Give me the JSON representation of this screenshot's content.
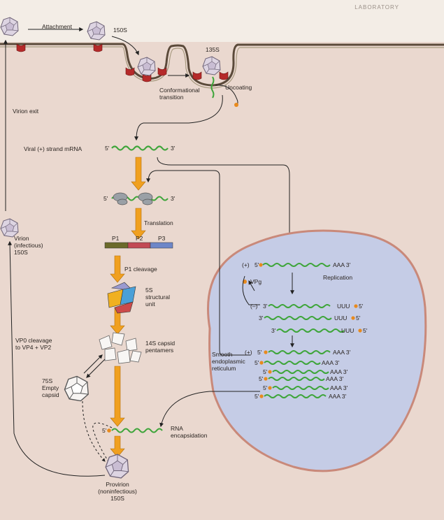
{
  "header": {
    "edge_text": "LABORATORY"
  },
  "labels": {
    "attachment": "Attachment",
    "s150_top": "150S",
    "s135": "135S",
    "conformational": "Conformational\ntransition",
    "uncoating": "Uncoating",
    "virion_exit": "Virion exit",
    "viral_mrna": "Viral (+) strand mRNA",
    "translation": "Translation",
    "p1": "P1",
    "p2": "P2",
    "p3": "P3",
    "p1_cleavage": "P1 cleavage",
    "structural_unit": "5S\nstructural\nunit",
    "capsid_pentamers": "14S capsid\npentamers",
    "virion_infectious": "Virion\n(infectious)\n150S",
    "vp0_cleavage": "VP0 cleavage\nto VP4 + VP2",
    "empty_capsid": "75S\nEmpty\ncapsid",
    "rna_encapsidation": "RNA\nencapsidation",
    "provirion": "Provirion\n(noninfectious)\n150S",
    "replication": "Replication",
    "vpg": "VPg",
    "smooth_er": "Smooth\nendoplasmic\nreticulum",
    "five_prime": "5'",
    "three_prime": "3'",
    "plus": "(+)",
    "minus": "(–)",
    "aaa3": "AAA 3'",
    "uuu": "UUU",
    "s5": "5'"
  },
  "colors": {
    "cytoplasm": "#ead8cf",
    "membrane": "#5b4a3a",
    "er_fill": "#c5cce6",
    "er_border": "#c9897a",
    "rna": "#3ea53a",
    "orange_arrow": "#f0a020",
    "vpg_dot": "#e88a1e",
    "receptor": "#b52a2a"
  }
}
